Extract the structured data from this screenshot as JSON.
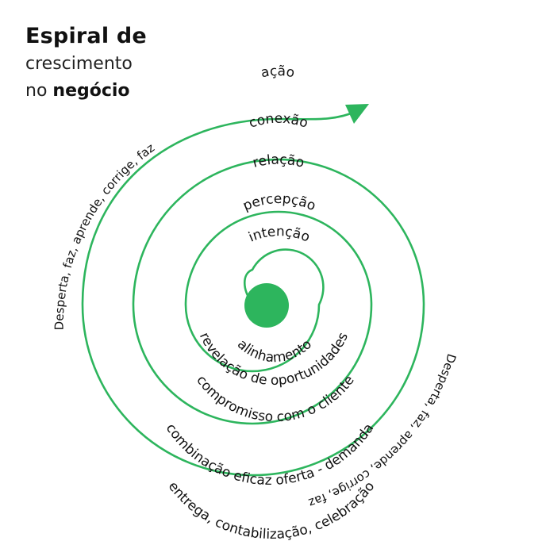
{
  "title": {
    "line1": "Espiral de",
    "line2": "crescimento",
    "line3_prefix": "no ",
    "line3_bold": "negócio"
  },
  "colors": {
    "accent": "#2db55d",
    "text": "#111111"
  },
  "icons": {
    "arrow": "arrow-head-icon",
    "core": "center-dot-icon"
  },
  "spiral": {
    "top_labels": [
      "ação",
      "conexão",
      "relação",
      "percepção",
      "intenção"
    ],
    "center_label": "alinhamento",
    "bottom_labels": [
      "revelação de oportunidades",
      "compromisso com o cliente",
      "combinação eficaz oferta - demanda",
      "entrega, contabilização, celebração"
    ],
    "side_left": "Desperta, faz, aprende, corrige, faz",
    "side_right": "Desperta, faz, aprende, corrige, faz"
  }
}
